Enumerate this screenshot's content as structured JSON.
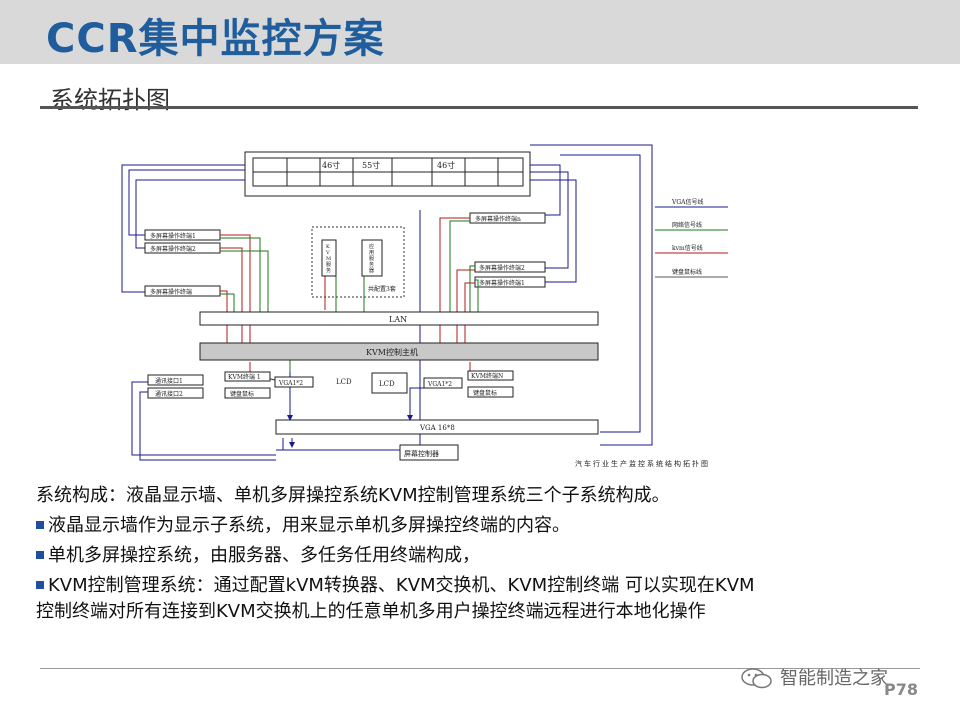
{
  "header": {
    "title": "CCR集中监控方案"
  },
  "section": {
    "subtitle": "系统拓扑图"
  },
  "diagram": {
    "screen_labels": [
      "46寸",
      "55寸",
      "46寸"
    ],
    "left_terminals": [
      "多屏幕操作终端1",
      "多屏幕操作终端2",
      "多屏幕操作终端"
    ],
    "right_terminals": [
      "多屏幕操作终端n",
      "多屏幕操作终端2",
      "多屏幕操作终端1"
    ],
    "center_server": "KVM服务",
    "center_server_chars": [
      "K",
      "V",
      "M",
      "服",
      "务"
    ],
    "center_app": "应用服务器",
    "center_app_chars": [
      "应",
      "用",
      "服",
      "务",
      "器"
    ],
    "center_note": "共配置3套",
    "lan": "LAN",
    "kvm_host": "KVM控制主机",
    "ports": [
      "通讯接口1",
      "通讯接口2"
    ],
    "kvm_terminal_1": "KVM终端 1",
    "kvm_terminal_n": "KVM终端N",
    "keyboard_mouse": "键盘鼠标",
    "vga_split_left": "VGA1*2",
    "vga_split_right": "VGA1*2",
    "lcd": "LCD",
    "vga_matrix": "VGA 16*8",
    "screen_controller": "屏幕控制器",
    "legend": [
      "VGA信号线",
      "网络信号线",
      "kvm信号线",
      "键盘鼠标线"
    ],
    "legend_colors": [
      "#1a1a8c",
      "#1a7a1a",
      "#b01a1a",
      "#555555"
    ],
    "caption": "汽车行业生产监控系统结构拓扑图"
  },
  "body": {
    "line1": "系统构成：液晶显示墙、单机多屏操控系统KVM控制管理系统三个子系统构成。",
    "line2": "液晶显示墙作为显示子系统，用来显示单机多屏操控终端的内容。",
    "line3": "单机多屏操控系统，由服务器、多任务任用终端构成，",
    "line4a": "KVM控制管理系统：通过配置kVM转换器、KVM交换机、KVM控制终端  可以实现在KVM",
    "line4b": "控制终端对所有连接到KVM交换机上的任意单机多用户操控终端远程进行本地化操作"
  },
  "footer": {
    "watermark": "智能制造之家",
    "page": "P78"
  }
}
